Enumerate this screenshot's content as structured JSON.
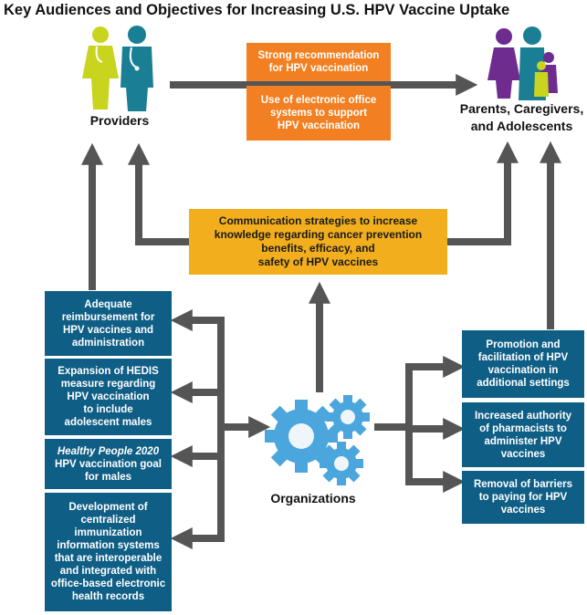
{
  "title": "Key Audiences and Objectives for Increasing U.S. HPV Vaccine Uptake",
  "providers_label": "Providers",
  "parents_label": [
    "Parents, Caregivers,",
    "and Adolescents"
  ],
  "organizations_label": "Organizations",
  "provider_objectives": [
    [
      "Strong recommendation",
      "for HPV vaccination"
    ],
    [
      "Use of electronic office",
      "systems to support",
      "HPV vaccination"
    ]
  ],
  "communication_box": [
    "Communication strategies to increase",
    "knowledge regarding cancer prevention",
    "benefits, efficacy, and",
    "safety of HPV vaccines"
  ],
  "left_objectives": {
    "reimbursement": [
      "Adequate",
      "reimbursement for",
      "HPV vaccines and",
      "administration"
    ],
    "hedis": [
      "Expansion of HEDIS",
      "measure regarding",
      "HPV vaccination",
      "to include",
      "adolescent males"
    ],
    "healthy_people_italic": "Healthy People 2020",
    "healthy_people": [
      "HPV vaccination goal",
      "for males"
    ],
    "iis": [
      "Development of",
      "centralized",
      "immunization",
      "information systems",
      "that are interoperable",
      "and integrated with",
      "office-based electronic",
      "health records"
    ]
  },
  "right_objectives": {
    "promotion": [
      "Promotion and",
      "facilitation of HPV",
      "vaccination in",
      "additional settings"
    ],
    "pharmacists": [
      "Increased authority",
      "of pharmacists to",
      "administer HPV",
      "vaccines"
    ],
    "barriers": [
      "Removal of barriers",
      "to paying for HPV",
      "vaccines"
    ]
  },
  "colors": {
    "blue_box": "#0f5e85",
    "orange_box": "#f28022",
    "gold_box": "#f2ae1c",
    "arrow_gray": "#555555",
    "gear_blue": "#4aa6dc",
    "provider_yellow": "#c8d41e",
    "provider_teal": "#1a7f94",
    "family_purple": "#6e2c8f",
    "family_teal": "#1a7f94",
    "family_yellow": "#c8d41e"
  },
  "icons": [
    "providers-icon",
    "family-icon",
    "gears-icon"
  ]
}
